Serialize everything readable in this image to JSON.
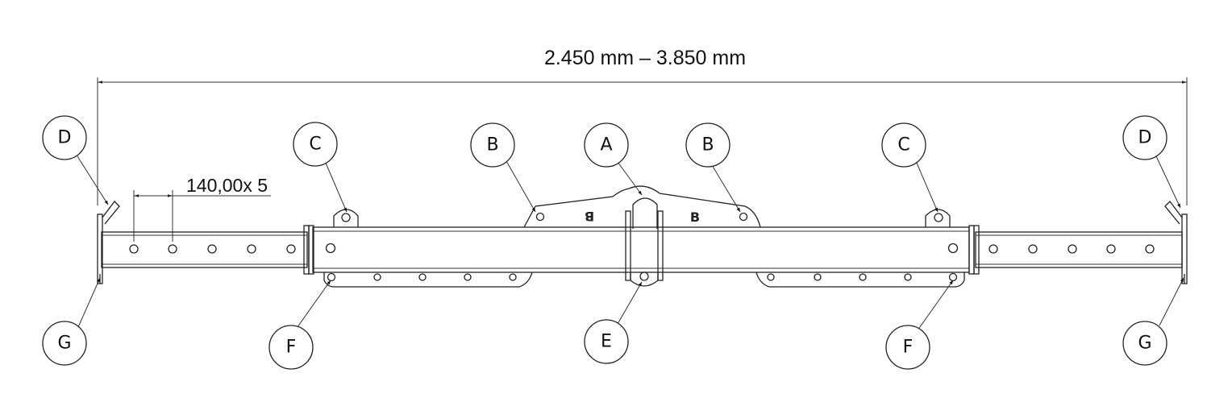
{
  "dimensions": {
    "overall_length": "2.450 mm – 3.850 mm",
    "hole_pitch": "140,00x 5"
  },
  "callouts": {
    "A": "A",
    "B": "B",
    "C": "C",
    "D": "D",
    "E": "E",
    "F": "F",
    "G": "G"
  },
  "plate_markings": {
    "left_plate_mark": "B",
    "right_plate_mark": "B"
  },
  "colors": {
    "line": "#222222",
    "background": "#ffffff"
  }
}
